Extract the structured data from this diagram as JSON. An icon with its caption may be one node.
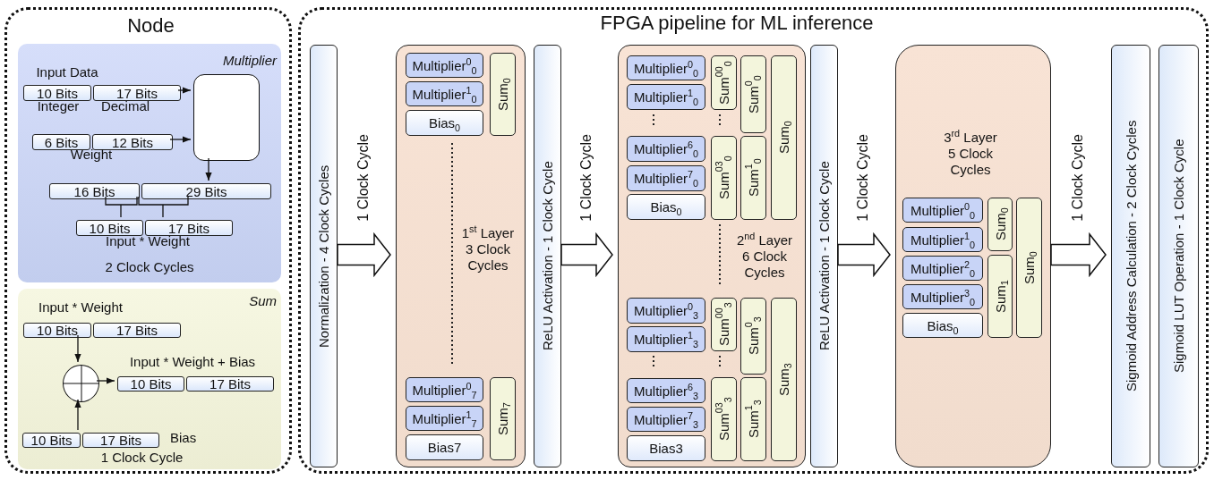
{
  "diagram": {
    "nodes": [
      {
        "text": [
          "Node"
        ]
      },
      {
        "text": [
          "Multiplier",
          "2 Clock Cycles"
        ],
        "in": 0
      },
      {
        "text": [
          "10 Bits"
        ],
        "in": 1
      },
      {
        "text": [
          "17 Bits"
        ],
        "in": 1
      },
      {
        "text": [],
        "shape": "box",
        "in": 1
      },
      {
        "text": [
          "6 Bits"
        ],
        "in": 1
      },
      {
        "text": [
          "12 Bits"
        ],
        "in": 1
      },
      {
        "text": [
          "16 Bits"
        ],
        "in": 1
      },
      {
        "text": [
          "29 Bits"
        ],
        "in": 1
      },
      {
        "text": [
          "10 Bits"
        ],
        "in": 1
      },
      {
        "text": [
          "17 Bits"
        ],
        "in": 1
      },
      {
        "text": [
          "Sum",
          "1 Clock Cycle"
        ],
        "in": 0
      },
      {
        "text": [
          "10 Bits"
        ],
        "in": 11
      },
      {
        "text": [
          "17 Bits"
        ],
        "in": 11
      },
      {
        "text": [],
        "shape": "circle",
        "in": 11
      },
      {
        "text": [
          "10 Bits"
        ],
        "in": 11
      },
      {
        "text": [
          "17 Bits"
        ],
        "in": 11
      },
      {
        "text": [
          "10 Bits"
        ],
        "in": 11
      },
      {
        "text": [
          "17 Bits"
        ],
        "in": 11,
        "beside": [
          "Bias"
        ]
      },
      {
        "text": [
          "FPGA pipeline for ML inference"
        ]
      },
      {
        "text": [
          "Normalization - 4 Clock Cycles"
        ],
        "in": 19
      },
      {
        "text": [
          "1$^{st}$ Layer 3 Clock Cycles"
        ],
        "in": 19
      },
      {
        "text": [
          "Multiplier$^{0}$$_{0}$"
        ],
        "in": 21
      },
      {
        "text": [
          "Multiplier$^{1}$$_{0}$"
        ],
        "in": 21
      },
      {
        "text": [
          "Bias$_{0}$"
        ],
        "in": 21
      },
      {
        "text": [
          "Sum$_{0}$"
        ],
        "in": 21
      },
      {
        "text": [
          "Multiplier$^{0}$$_{7}$"
        ],
        "in": 21
      },
      {
        "text": [
          "Multiplier$^{1}$$_{7}$"
        ],
        "in": 21
      },
      {
        "text": [
          "Bias7"
        ],
        "in": 21
      },
      {
        "text": [
          "Sum$_{7}$"
        ],
        "in": 21
      },
      {
        "text": [
          "ReLU Activation - 1 Clock Cycle"
        ],
        "in": 19
      },
      {
        "text": [
          "2$^{nd}$ Layer 6 Clock Cycles"
        ],
        "in": 19
      },
      {
        "text": [
          "Multiplier$^{0}$$_{0}$"
        ],
        "in": 31
      },
      {
        "text": [
          "Multiplier$^{1}$$_{0}$"
        ],
        "in": 31
      },
      {
        "text": [
          "Multiplier$^{6}$$_{0}$"
        ],
        "in": 31
      },
      {
        "text": [
          "Multiplier$^{7}$$_{0}$"
        ],
        "in": 31
      },
      {
        "text": [
          "Bias$_{0}$"
        ],
        "in": 31
      },
      {
        "text": [
          "Sum$^{00}$$_{0}$"
        ],
        "in": 31
      },
      {
        "text": [
          "Sum$^{03}$$_{0}$"
        ],
        "in": 31
      },
      {
        "text": [
          "Sum$^{0}$$_{0}$"
        ],
        "in": 31
      },
      {
        "text": [
          "Sum$^{1}$$_{0}$"
        ],
        "in": 31
      },
      {
        "text": [
          "Sum$_{0}$"
        ],
        "in": 31
      },
      {
        "text": [
          "Multiplier$^{0}$$_{3}$"
        ],
        "in": 31
      },
      {
        "text": [
          "Multiplier$^{1}$$_{3}$"
        ],
        "in": 31
      },
      {
        "text": [
          "Multiplier$^{6}$$_{3}$"
        ],
        "in": 31
      },
      {
        "text": [
          "Multiplier$^{7}$$_{3}$"
        ],
        "in": 31
      },
      {
        "text": [
          "Bias3"
        ],
        "in": 31
      },
      {
        "text": [
          "Sum$^{00}$$_{3}$"
        ],
        "in": 31
      },
      {
        "text": [
          "Sum$^{03}$$_{3}$"
        ],
        "in": 31
      },
      {
        "text": [
          "Sum$^{0}$$_{3}$"
        ],
        "in": 31
      },
      {
        "text": [
          "Sum$^{1}$$_{3}$"
        ],
        "in": 31
      },
      {
        "text": [
          "Sum$_{3}$"
        ],
        "in": 31
      },
      {
        "text": [
          "ReLU Activation - 1 Clock Cycle"
        ],
        "in": 19
      },
      {
        "text": [
          "3$^{rd}$ Layer 5 Clock Cycles"
        ],
        "in": 19
      },
      {
        "text": [
          "Multiplier$^{0}$$_{0}$"
        ],
        "in": 53
      },
      {
        "text": [
          "Multiplier$^{1}$$_{0}$"
        ],
        "in": 53
      },
      {
        "text": [
          "Multiplier$^{2}$$_{0}$"
        ],
        "in": 53
      },
      {
        "text": [
          "Multiplier$^{3}$$_{0}$"
        ],
        "in": 53
      },
      {
        "text": [
          "Bias$_{0}$"
        ],
        "in": 53
      },
      {
        "text": [
          "Sum$_{0}$"
        ],
        "in": 53
      },
      {
        "text": [
          "Sum$_{1}$"
        ],
        "in": 53
      },
      {
        "text": [
          "Sum$_{0}$"
        ],
        "in": 53
      },
      {
        "text": [
          "Sigmoid Address Calculation - 2 Clock Cycles"
        ],
        "in": 19
      },
      {
        "text": [
          "Sigmoid LUT Operation - 1 Clock Cycle"
        ],
        "in": 19
      }
    ],
    "edges": [
      {
        "from": 3,
        "to": 4,
        "arrow": "to"
      },
      {
        "from": 6,
        "to": 4,
        "arrow": "to"
      },
      {
        "from": 4,
        "to": 8,
        "arrow": "to"
      },
      {
        "from": 7,
        "to": 9,
        "arrow": "none"
      },
      {
        "from": 8,
        "to": 10,
        "arrow": "none"
      },
      {
        "from": 12,
        "to": 14,
        "arrow": "to"
      },
      {
        "from": 14,
        "to": 15,
        "arrow": "to"
      },
      {
        "from": 17,
        "to": 14,
        "arrow": "to"
      },
      {
        "from": 20,
        "to": 21,
        "arrow": "to",
        "label": "1 Clock Cycle"
      },
      {
        "from": 30,
        "to": 31,
        "arrow": "to",
        "label": "1 Clock Cycle"
      },
      {
        "from": 52,
        "to": 53,
        "arrow": "to",
        "label": "1 Clock Cycle"
      },
      {
        "from": 53,
        "to": 62,
        "arrow": "to",
        "label": "1 Clock Cycle"
      }
    ],
    "labels": [
      "Input Data",
      "Integer",
      "Decimal",
      "Weight",
      "Input * Weight",
      "Input * Weight",
      "Input * Weight + Bias"
    ]
  }
}
